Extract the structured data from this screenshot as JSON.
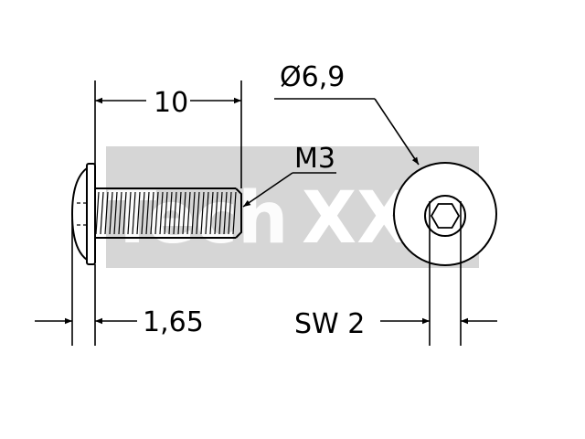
{
  "watermark": {
    "text_left": "Tech",
    "text_right": "XXL",
    "box_color": "#d6d6d6",
    "letter_color": "#ffffff"
  },
  "dimensions": {
    "length": "10",
    "thread": "M3",
    "head_diameter": "Ø6,9",
    "head_height": "1,65",
    "wrench_size": "SW 2"
  },
  "colors": {
    "line": "#000000",
    "background": "#ffffff"
  }
}
